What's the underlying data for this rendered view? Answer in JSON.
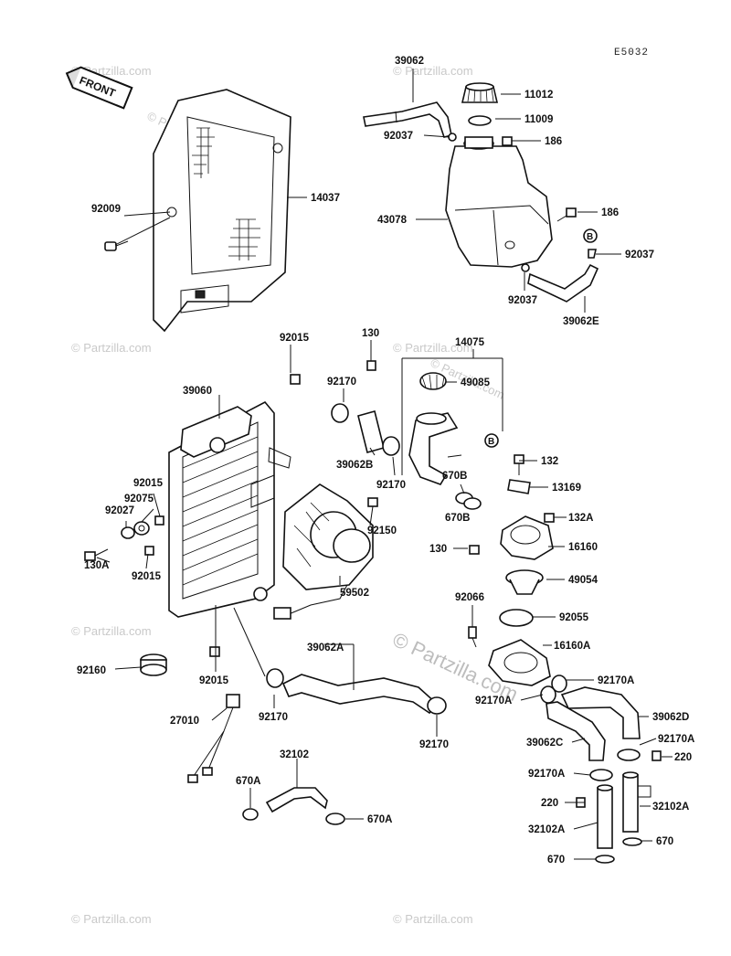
{
  "diagram": {
    "code": "E5032",
    "front_label": "FRONT",
    "callout_b": "B",
    "watermark": "© Partzilla.com",
    "labels": {
      "l39062": "39062",
      "l11012": "11012",
      "l11009": "11009",
      "l92037a": "92037",
      "l186a": "186",
      "l43078": "43078",
      "l186b": "186",
      "l92037b": "92037",
      "l92037c": "92037",
      "l39062E": "39062E",
      "l14037": "14037",
      "l92009": "92009",
      "l92015a": "92015",
      "l130a": "130",
      "l14075": "14075",
      "l49085": "49085",
      "l39060": "39060",
      "l92170a": "92170",
      "l39062B": "39062B",
      "l92170b": "92170",
      "l132": "132",
      "l670Ba": "670B",
      "l13169": "13169",
      "l670Bb": "670B",
      "l132A": "132A",
      "l92015b": "92015",
      "l92075": "92075",
      "l92027": "92027",
      "l92150": "92150",
      "l130b": "130",
      "l16160": "16160",
      "l130A": "130A",
      "l92015c": "92015",
      "l49054": "49054",
      "l59502": "59502",
      "l92066": "92066",
      "l92055": "92055",
      "l16160A": "16160A",
      "l39062A": "39062A",
      "l92160": "92160",
      "l92015d": "92015",
      "l92170Aa": "92170A",
      "l92170Ab": "92170A",
      "l39062D": "39062D",
      "l27010": "27010",
      "l92170c": "92170",
      "l92170d": "92170",
      "l39062C": "39062C",
      "l92170Ac": "92170A",
      "l220a": "220",
      "l32102": "32102",
      "l92170Ad": "92170A",
      "l670Aa": "670A",
      "l220b": "220",
      "l32102Aa": "32102A",
      "l670Ab": "670A",
      "l32102Ab": "32102A",
      "l670a": "670",
      "l670b": "670"
    }
  }
}
